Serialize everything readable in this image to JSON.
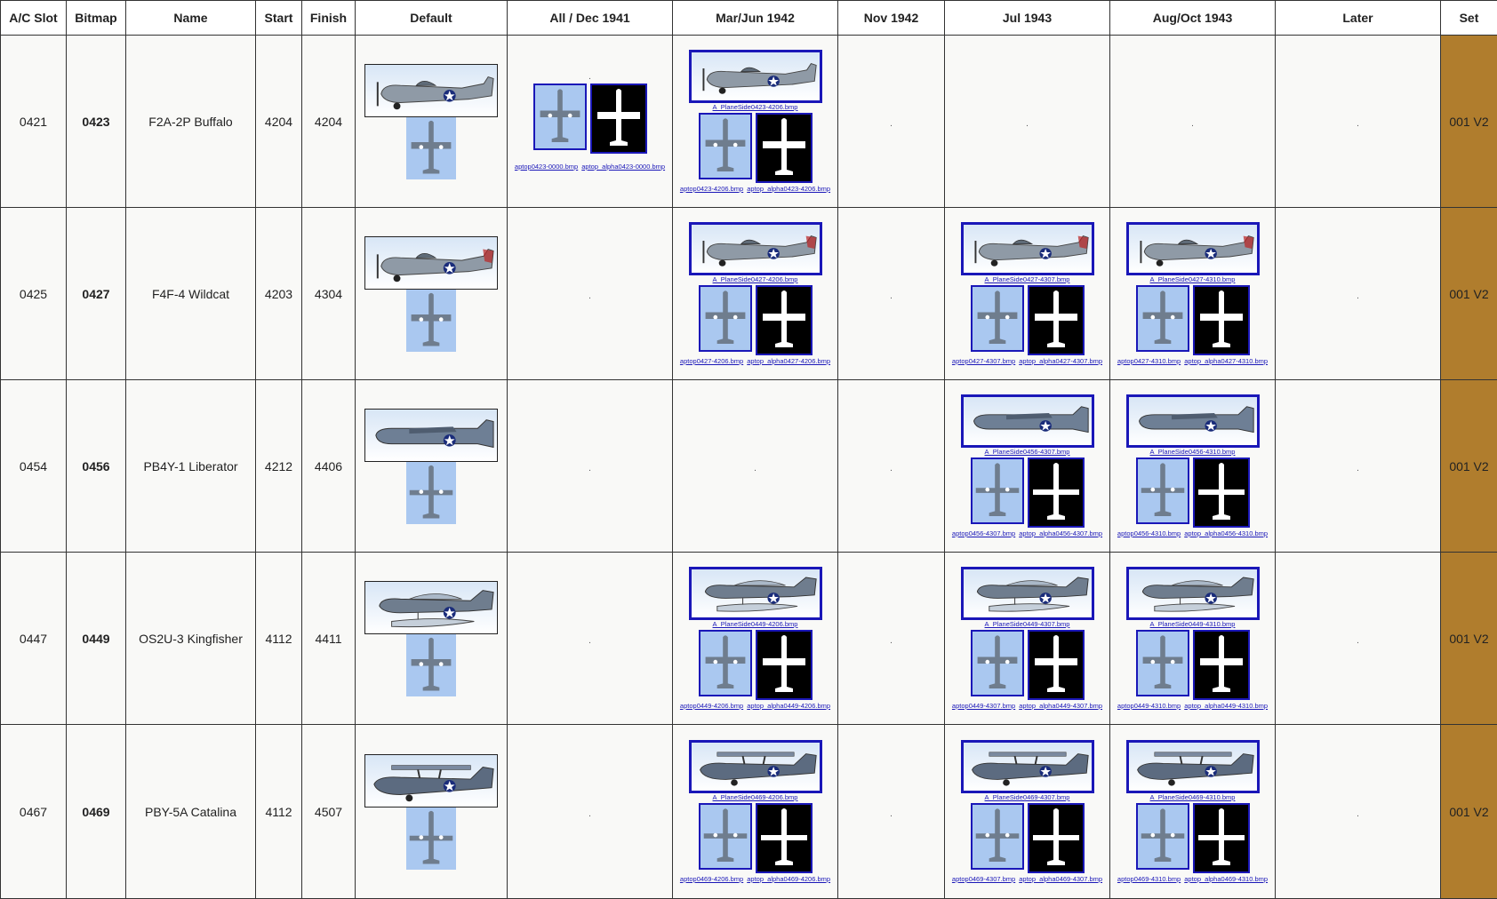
{
  "headers": [
    "A/C Slot",
    "Bitmap",
    "Name",
    "Start",
    "Finish",
    "Default",
    "All / Dec 1941",
    "Mar/Jun 1942",
    "Nov 1942",
    "Jul 1943",
    "Aug/Oct 1943",
    "Later",
    "Set"
  ],
  "empty_mark": ".",
  "rows": [
    {
      "slot": "0421",
      "bitmap": "0423",
      "name": "F2A-2P Buffalo",
      "start": "4204",
      "finish": "4204",
      "set": "001 V2",
      "all_dec_1941": {
        "top_file": "aptop0423-0000.bmp",
        "alpha_file": "aptop_alpha0423-0000.bmp"
      },
      "mar_jun_1942": {
        "side_file": "A_PlaneSide0423-4206.bmp",
        "top_file": "aptop0423-4206.bmp",
        "alpha_file": "aptop_alpha0423-4206.bmp"
      }
    },
    {
      "slot": "0425",
      "bitmap": "0427",
      "name": "F4F-4 Wildcat",
      "start": "4203",
      "finish": "4304",
      "set": "001 V2",
      "mar_jun_1942": {
        "side_file": "A_PlaneSide0427-4206.bmp",
        "top_file": "aptop0427-4206.bmp",
        "alpha_file": "aptop_alpha0427-4206.bmp"
      },
      "jul_1943": {
        "side_file": "A_PlaneSide0427-4307.bmp",
        "top_file": "aptop0427-4307.bmp",
        "alpha_file": "aptop_alpha0427-4307.bmp"
      },
      "aug_oct_1943": {
        "side_file": "A_PlaneSide0427-4310.bmp",
        "top_file": "aptop0427-4310.bmp",
        "alpha_file": "aptop_alpha0427-4310.bmp"
      }
    },
    {
      "slot": "0454",
      "bitmap": "0456",
      "name": "PB4Y-1 Liberator",
      "start": "4212",
      "finish": "4406",
      "set": "001 V2",
      "jul_1943": {
        "side_file": "A_PlaneSide0456-4307.bmp",
        "top_file": "aptop0456-4307.bmp",
        "alpha_file": "aptop_alpha0456-4307.bmp"
      },
      "aug_oct_1943": {
        "side_file": "A_PlaneSide0456-4310.bmp",
        "top_file": "aptop0456-4310.bmp",
        "alpha_file": "aptop_alpha0456-4310.bmp"
      }
    },
    {
      "slot": "0447",
      "bitmap": "0449",
      "name": "OS2U-3 Kingfisher",
      "start": "4112",
      "finish": "4411",
      "set": "001 V2",
      "mar_jun_1942": {
        "side_file": "A_PlaneSide0449-4206.bmp",
        "top_file": "aptop0449-4206.bmp",
        "alpha_file": "aptop_alpha0449-4206.bmp"
      },
      "jul_1943": {
        "side_file": "A_PlaneSide0449-4307.bmp",
        "top_file": "aptop0449-4307.bmp",
        "alpha_file": "aptop_alpha0449-4307.bmp"
      },
      "aug_oct_1943": {
        "side_file": "A_PlaneSide0449-4310.bmp",
        "top_file": "aptop0449-4310.bmp",
        "alpha_file": "aptop_alpha0449-4310.bmp"
      }
    },
    {
      "slot": "0467",
      "bitmap": "0469",
      "name": "PBY-5A Catalina",
      "start": "4112",
      "finish": "4507",
      "set": "001 V2",
      "mar_jun_1942": {
        "side_file": "A_PlaneSide0469-4206.bmp",
        "top_file": "aptop0469-4206.bmp",
        "alpha_file": "aptop_alpha0469-4206.bmp"
      },
      "jul_1943": {
        "side_file": "A_PlaneSide0469-4307.bmp",
        "top_file": "aptop0469-4307.bmp",
        "alpha_file": "aptop_alpha0469-4307.bmp"
      },
      "aug_oct_1943": {
        "side_file": "A_PlaneSide0469-4310.bmp",
        "top_file": "aptop0469-4310.bmp",
        "alpha_file": "aptop_alpha0469-4310.bmp"
      }
    }
  ],
  "colors": {
    "set_cell": "#b07d2d",
    "link": "#1a17b8",
    "top_view_bg": "#aac8f0"
  }
}
